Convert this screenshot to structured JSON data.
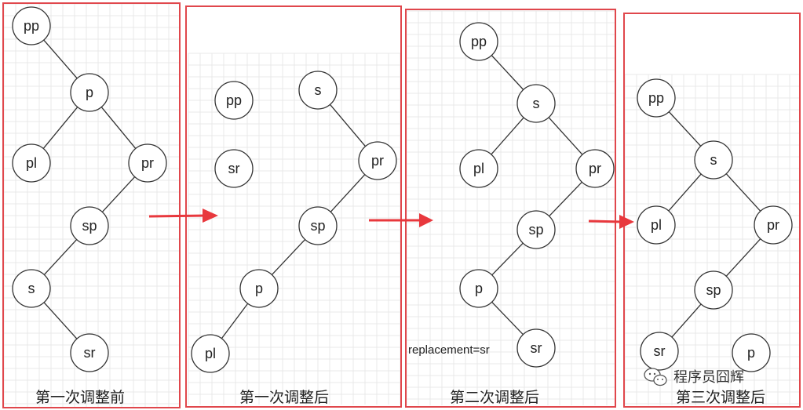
{
  "panels": [
    {
      "caption": "第一次调整前",
      "nodes": [
        {
          "id": "pp",
          "label": "pp"
        },
        {
          "id": "p",
          "label": "p"
        },
        {
          "id": "pl",
          "label": "pl"
        },
        {
          "id": "pr",
          "label": "pr"
        },
        {
          "id": "sp",
          "label": "sp"
        },
        {
          "id": "s",
          "label": "s"
        },
        {
          "id": "sr",
          "label": "sr"
        }
      ],
      "edges": [
        [
          "pp",
          "p"
        ],
        [
          "p",
          "pl"
        ],
        [
          "p",
          "pr"
        ],
        [
          "pr",
          "sp"
        ],
        [
          "sp",
          "s"
        ],
        [
          "s",
          "sr"
        ]
      ]
    },
    {
      "caption": "第一次调整后",
      "nodes": [
        {
          "id": "pp",
          "label": "pp"
        },
        {
          "id": "sr",
          "label": "sr"
        },
        {
          "id": "s",
          "label": "s"
        },
        {
          "id": "pr",
          "label": "pr"
        },
        {
          "id": "sp",
          "label": "sp"
        },
        {
          "id": "p",
          "label": "p"
        },
        {
          "id": "pl",
          "label": "pl"
        }
      ],
      "edges": [
        [
          "s",
          "pr"
        ],
        [
          "pr",
          "sp"
        ],
        [
          "sp",
          "p"
        ],
        [
          "p",
          "pl"
        ]
      ]
    },
    {
      "caption": "第二次调整后",
      "note": "replacement=sr",
      "nodes": [
        {
          "id": "pp",
          "label": "pp"
        },
        {
          "id": "s",
          "label": "s"
        },
        {
          "id": "pl",
          "label": "pl"
        },
        {
          "id": "pr",
          "label": "pr"
        },
        {
          "id": "sp",
          "label": "sp"
        },
        {
          "id": "p",
          "label": "p"
        },
        {
          "id": "sr",
          "label": "sr"
        }
      ],
      "edges": [
        [
          "pp",
          "s"
        ],
        [
          "s",
          "pl"
        ],
        [
          "s",
          "pr"
        ],
        [
          "pr",
          "sp"
        ],
        [
          "sp",
          "p"
        ],
        [
          "p",
          "sr"
        ]
      ]
    },
    {
      "caption": "第三次调整后",
      "nodes": [
        {
          "id": "pp",
          "label": "pp"
        },
        {
          "id": "s",
          "label": "s"
        },
        {
          "id": "pl",
          "label": "pl"
        },
        {
          "id": "pr",
          "label": "pr"
        },
        {
          "id": "sp",
          "label": "sp"
        },
        {
          "id": "sr",
          "label": "sr"
        },
        {
          "id": "p",
          "label": "p"
        }
      ],
      "edges": [
        [
          "pp",
          "s"
        ],
        [
          "s",
          "pl"
        ],
        [
          "s",
          "pr"
        ],
        [
          "pr",
          "sp"
        ],
        [
          "sp",
          "sr"
        ]
      ]
    }
  ],
  "watermark": {
    "text": "程序员囧辉",
    "icon": "wechat-icon"
  },
  "colors": {
    "frame": "#e0474c",
    "arrow": "#e8383d"
  }
}
